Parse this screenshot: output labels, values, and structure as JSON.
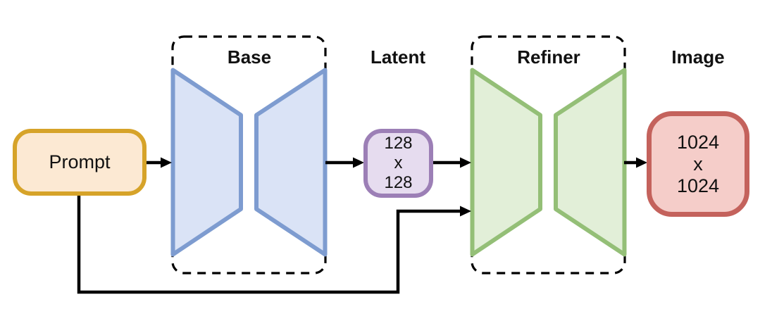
{
  "diagram": {
    "type": "pipeline-flow-diagram",
    "prompt": {
      "label": "Prompt",
      "border_color": "#D6A329",
      "fill_color": "#FCE9D3"
    },
    "base": {
      "label": "Base",
      "border_color": "#7E9CD0",
      "fill_color": "#DAE3F6",
      "container_style": "dashed"
    },
    "latent": {
      "label": "Latent",
      "value_lines": [
        "128",
        "x",
        "128"
      ],
      "border_color": "#9C7FB6",
      "fill_color": "#E6DCEF"
    },
    "refiner": {
      "label": "Refiner",
      "border_color": "#94BF77",
      "fill_color": "#E2EFD8",
      "container_style": "dashed"
    },
    "image": {
      "label": "Image",
      "value_lines": [
        "1024",
        "x",
        "1024"
      ],
      "border_color": "#C4625C",
      "fill_color": "#F5CDC9"
    },
    "connections": [
      "prompt-to-base",
      "base-to-latent",
      "latent-to-refiner",
      "refiner-to-image",
      "prompt-to-refiner-skip"
    ],
    "line_color": "#000000"
  }
}
